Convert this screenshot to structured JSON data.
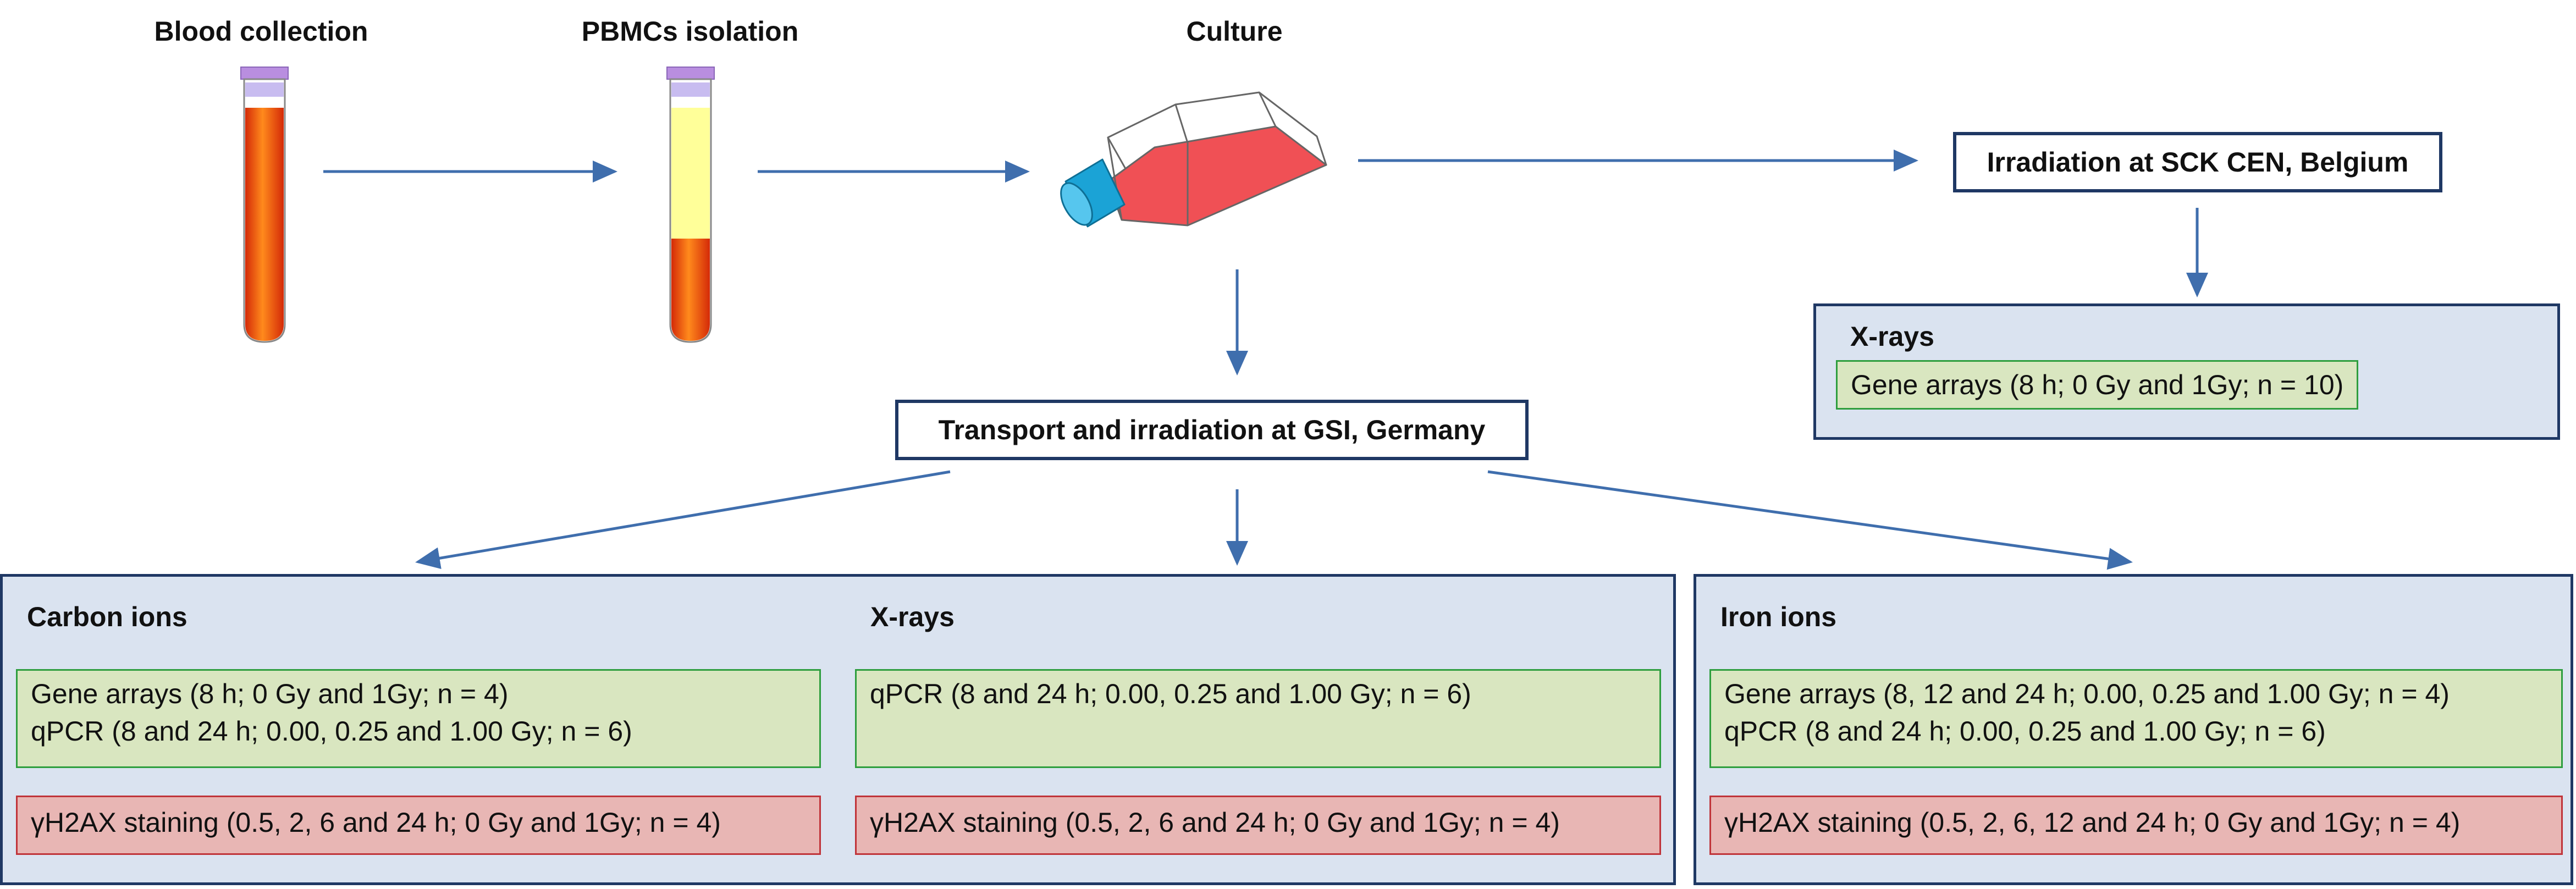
{
  "steps": {
    "blood": "Blood collection",
    "pbmc": "PBMCs isolation",
    "culture": "Culture"
  },
  "sck": {
    "title": "Irradiation at SCK CEN, Belgium",
    "panel_title": "X-rays",
    "gene": "Gene arrays (8 h; 0 Gy and 1Gy; n = 10)"
  },
  "gsi": {
    "title": "Transport and irradiation at GSI, Germany"
  },
  "carbon": {
    "title": "Carbon ions",
    "green_lines": [
      "Gene arrays (8 h; 0 Gy and 1Gy; n = 4)",
      "qPCR (8 and 24 h; 0.00, 0.25 and 1.00 Gy; n = 6)"
    ],
    "red": "γH2AX staining (0.5, 2, 6 and 24 h; 0 Gy and 1Gy; n = 4)"
  },
  "xrays": {
    "title": "X-rays",
    "green_lines": [
      "qPCR (8 and 24 h; 0.00, 0.25 and 1.00 Gy; n = 6)"
    ],
    "red": "γH2AX staining (0.5, 2, 6 and 24 h; 0 Gy and 1Gy; n = 4)"
  },
  "iron": {
    "title": "Iron ions",
    "green_lines": [
      "Gene arrays (8, 12 and 24 h; 0.00, 0.25 and 1.00 Gy; n = 4)",
      "qPCR (8 and 24 h; 0.00, 0.25 and 1.00 Gy; n = 6)"
    ],
    "red": "γH2AX staining (0.5, 2, 6, 12 and 24 h; 0 Gy and 1Gy; n = 4)"
  },
  "colors": {
    "arrow": "#3f6ead",
    "border": "#1f3864",
    "panel_bg": "#dae3f0",
    "green_fill": "#d9e6c0",
    "green_border": "#2e9e3e",
    "red_fill": "#e8b6b4",
    "red_border": "#c0343a",
    "blood": "#e8340c",
    "plasma": "#ffff99",
    "cap": "#b98ee0",
    "flask_liquid": "#f05055",
    "flask_cap": "#1ba3d6"
  }
}
